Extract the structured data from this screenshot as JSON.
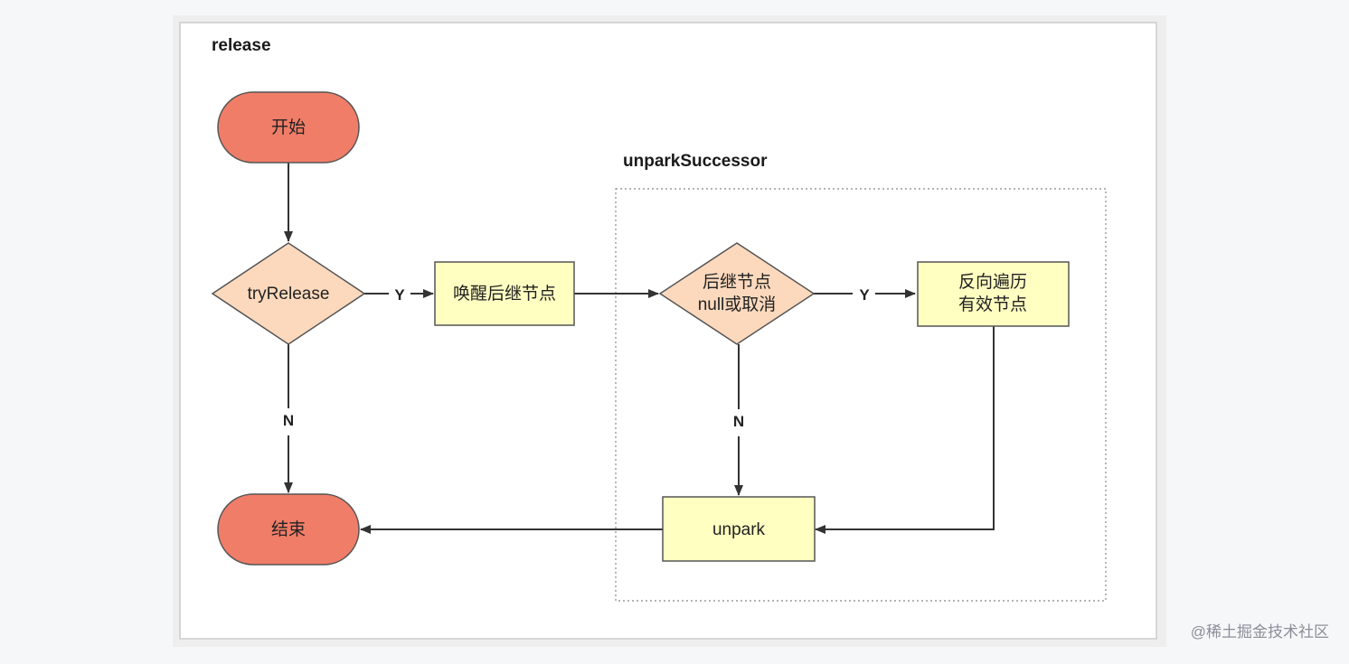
{
  "diagram": {
    "title": "release",
    "subgroup_title": "unparkSuccessor",
    "nodes": {
      "start": "开始",
      "try_release": "tryRelease",
      "wake_successor": "唤醒后继节点",
      "successor_check_line1": "后继节点",
      "successor_check_line2": "null或取消",
      "reverse_traverse_line1": "反向遍历",
      "reverse_traverse_line2": "有效节点",
      "unpark": "unpark",
      "end": "结束"
    },
    "edges": {
      "try_release_yes": "Y",
      "try_release_no": "N",
      "successor_check_yes": "Y",
      "successor_check_no": "N"
    }
  },
  "watermark": "@稀土掘金技术社区",
  "colors": {
    "terminal_fill": "#f07d68",
    "decision_fill": "#fcd9bd",
    "process_fill": "#ffffc2",
    "stroke": "#333333"
  }
}
